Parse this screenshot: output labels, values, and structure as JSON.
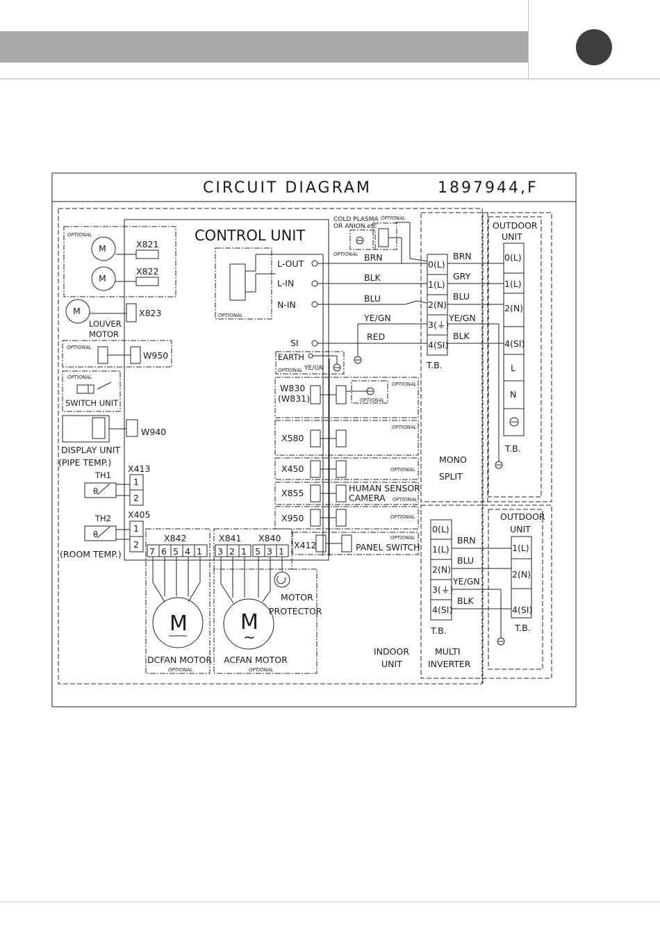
{
  "diagram": {
    "title": "CIRCUIT DIAGRAM",
    "code": "1897944,F",
    "control_unit": "CONTROL UNIT",
    "optional": "OPTIONAL",
    "cold_plasma": "COLD PLASMA",
    "anion": "OR  ANION.etc",
    "terminals": {
      "l_out": "L-OUT",
      "l_in": "L-IN",
      "n_in": "N-IN",
      "si": "SI",
      "earth": "EARTH"
    },
    "wires": {
      "brn": "BRN",
      "blk": "BLK",
      "blu": "BLU",
      "ye_gn": "YE/GN",
      "red": "RED",
      "gry": "GRY"
    },
    "connectors": {
      "x821": "X821",
      "x822": "X822",
      "x823": "X823",
      "w950": "W950",
      "w940": "W940",
      "x413": "X413",
      "x405": "X405",
      "x842": "X842",
      "x841": "X841",
      "x840": "X840",
      "w830": "W830",
      "w831": "(W831)",
      "x580": "X580",
      "x450": "X450",
      "x855": "X855",
      "x950": "X950",
      "x412": "X412"
    },
    "labels": {
      "louver_motor_1": "LOUVER",
      "louver_motor_2": "MOTOR",
      "switch_unit": "SWITCH UNIT",
      "display_unit": "DISPLAY UNIT",
      "pipe_temp": "(PIPE TEMP.)",
      "room_temp": "(ROOM TEMP.)",
      "th1": "TH1",
      "th2": "TH2",
      "theta": "θ",
      "human_sensor": "HUMAN SENSOR",
      "camera": "CAMERA",
      "panel_switch": "PANEL SWITCH",
      "dcfan_motor": "DCFAN MOTOR",
      "acfan_motor": "ACFAN MOTOR",
      "motor": "MOTOR",
      "protector": "PROTECTOR",
      "indoor": "INDOOR",
      "unit": "UNIT",
      "mono": "MONO",
      "split": "SPLIT",
      "multi": "MULTI",
      "inverter": "INVERTER",
      "outdoor": "OUTDOOR",
      "tb": "T.B.",
      "m": "M",
      "tilde": "~"
    },
    "x842_pins": [
      "7",
      "6",
      "5",
      "4",
      "1"
    ],
    "x841_pins": [
      "3",
      "2",
      "1"
    ],
    "x840_pins": [
      "5",
      "3",
      "1"
    ],
    "pins_12": [
      "1",
      "2"
    ],
    "tb_indoor": [
      "0(L)",
      "1(L)",
      "2(N)",
      "3(⏚)",
      "4(SI)"
    ],
    "tb_outdoor_mono": [
      "0(L)",
      "1(L)",
      "2(N)",
      "4(SI)",
      "L",
      "N",
      "⏚"
    ],
    "tb_multi_indoor": [
      "0(L)",
      "1(L)",
      "2(N)",
      "3(⏚)",
      "4(SI)"
    ],
    "tb_multi_outdoor": [
      "1(L)",
      "2(N)",
      "4(SI)"
    ]
  }
}
